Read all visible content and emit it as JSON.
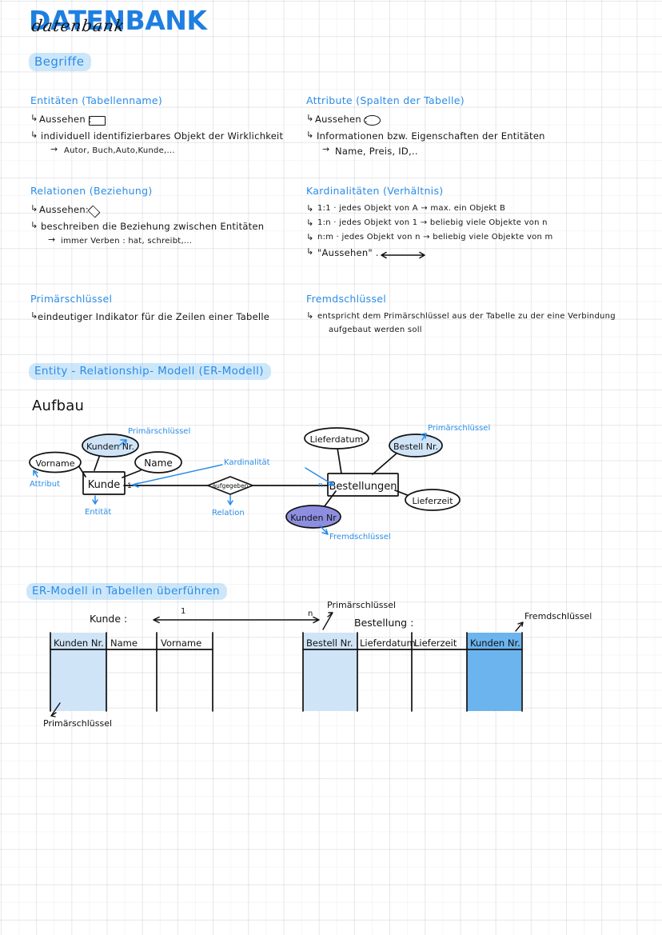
{
  "page": {
    "title_blue": "DATENBANK",
    "title_script": "datenbank",
    "accent_blue": "#2b8ce8",
    "highlight_blue": "#96cdf5",
    "pk_fill": "#cfe4f7",
    "fk_fill": "#8e8ee0",
    "table_pk_fill": "#cfe4f7",
    "table_fk_fill": "#6bb4ee"
  },
  "sections": {
    "begriffe": {
      "heading": "Begriffe"
    },
    "er_modell": {
      "heading": "Entity - Relationship- Modell  (ER-Modell)",
      "subheading": "Aufbau"
    },
    "tabellen": {
      "heading": "ER-Modell  in  Tabellen   überführen"
    }
  },
  "concepts": [
    {
      "id": "entitaeten",
      "heading": "Entitäten (Tabellenname)",
      "lines": [
        {
          "type": "shape",
          "label": "Aussehen :",
          "shape": "rect"
        },
        {
          "type": "text",
          "label": "individuell  identifizierbares  Objekt  der   Wirklichkeit"
        },
        {
          "type": "arrow",
          "label": "Autor, Buch,Auto,Kunde,..."
        }
      ]
    },
    {
      "id": "attribute",
      "heading": "Attribute (Spalten der Tabelle)",
      "lines": [
        {
          "type": "shape",
          "label": "Aussehen :",
          "shape": "ellipse"
        },
        {
          "type": "text",
          "label": "Informationen  bzw. Eigenschaften  der  Entitäten"
        },
        {
          "type": "arrow",
          "label": "Name, Preis, ID,.."
        }
      ]
    },
    {
      "id": "relationen",
      "heading": "Relationen  (Beziehung)",
      "lines": [
        {
          "type": "shape",
          "label": "Aussehen:",
          "shape": "diamond"
        },
        {
          "type": "text",
          "label": "beschreiben  die  Beziehung  zwischen  Entitäten"
        },
        {
          "type": "arrow",
          "label": "immer Verben : hat, schreibt,..."
        }
      ]
    },
    {
      "id": "kardinalitaeten",
      "heading": "Kardinalitäten (Verhältnis)",
      "lines": [
        {
          "type": "text",
          "label": "1:1  ·  jedes  Objekt  von  A → max. ein  Objekt B"
        },
        {
          "type": "text",
          "label": "1:n  ·  jedes  Objekt  von 1 → beliebig  viele  Objekte  von n"
        },
        {
          "type": "text",
          "label": "n:m ·  jedes  Objekt  von  n → beliebig  viele Objekte  von m"
        },
        {
          "type": "arrowshape",
          "label": "\"Aussehen\" ."
        }
      ]
    },
    {
      "id": "primaerschluessel",
      "heading": "Primärschlüssel",
      "lines": [
        {
          "type": "text",
          "label": "eindeutiger  Indikator  für die  Zeilen  einer  Tabelle"
        }
      ]
    },
    {
      "id": "fremdschluessel",
      "heading": "Fremdschlüssel",
      "lines": [
        {
          "type": "text",
          "label": "entspricht  dem  Primärschlüssel   aus  der  Tabelle   zu der  eine  Verbindung"
        },
        {
          "type": "cont",
          "label": "aufgebaut  werden   soll"
        }
      ]
    }
  ],
  "er_diagram": {
    "entities": [
      {
        "id": "kunde",
        "label": "Kunde"
      },
      {
        "id": "bestellungen",
        "label": "Bestellungen"
      }
    ],
    "relation": {
      "id": "aufgegeben",
      "label": "aufgegeben"
    },
    "attributes": [
      {
        "id": "kunden-nr-pk",
        "label": "Kunden Nr.",
        "fill": "pk"
      },
      {
        "id": "vorname",
        "label": "Vorname",
        "fill": "none"
      },
      {
        "id": "name",
        "label": "Name",
        "fill": "none"
      },
      {
        "id": "lieferdatum",
        "label": "Lieferdatum",
        "fill": "none"
      },
      {
        "id": "bestell-nr-pk",
        "label": "Bestell  Nr.",
        "fill": "pk"
      },
      {
        "id": "lieferzeit",
        "label": "Lieferzeit",
        "fill": "none"
      },
      {
        "id": "kunden-nr-fk",
        "label": "Kunden Nr",
        "fill": "fk"
      }
    ],
    "cardinalities": [
      {
        "id": "card-left",
        "label": "1"
      },
      {
        "id": "card-right",
        "label": "n"
      }
    ],
    "annotations": [
      {
        "id": "ann-pk-left",
        "label": "Primärschlüssel"
      },
      {
        "id": "ann-attribut",
        "label": "Attribut"
      },
      {
        "id": "ann-entitaet",
        "label": "Entität"
      },
      {
        "id": "ann-kardinalitaet",
        "label": "Kardinalität"
      },
      {
        "id": "ann-relation",
        "label": "Relation"
      },
      {
        "id": "ann-pk-right",
        "label": "Primärschlüssel"
      },
      {
        "id": "ann-fk",
        "label": "Fremdschlüssel"
      }
    ]
  },
  "tables": {
    "kunde": {
      "caption": "Kunde :",
      "columns": [
        "Kunden Nr.",
        "Name",
        "Vorname"
      ],
      "annotation": "Primärschlüssel"
    },
    "bestellung": {
      "caption": "Bestellung :",
      "columns": [
        "Bestell Nr.",
        "Lieferdatum",
        "Lieferzeit",
        "Kunden Nr."
      ],
      "annotation_pk": "Primärschlüssel",
      "annotation_fk": "Fremdschlüssel"
    },
    "link": {
      "left_label": "1",
      "right_label": "n"
    }
  }
}
